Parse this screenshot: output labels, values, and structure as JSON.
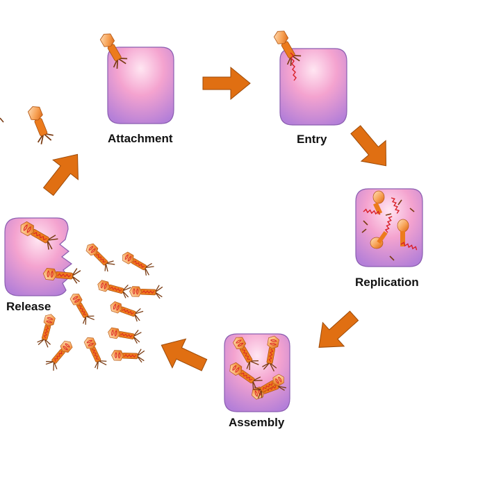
{
  "diagram": {
    "stages": [
      {
        "id": "attachment",
        "label": "Attachment"
      },
      {
        "id": "entry",
        "label": "Entry"
      },
      {
        "id": "replication",
        "label": "Replication"
      },
      {
        "id": "assembly",
        "label": "Assembly"
      },
      {
        "id": "release",
        "label": "Release"
      }
    ]
  },
  "colors": {
    "arrow": "#e06f12",
    "arrow_stroke": "#9c4a08",
    "cell_light": "#ffe6f2",
    "cell_pink": "#f4a3cf",
    "cell_purple": "#b47fd8",
    "cell_outline": "#8a5db0",
    "phage_head_light": "#ffd39e",
    "phage_head_dark": "#e8731a",
    "phage_tail": "#e8731a",
    "phage_legs": "#7a3b12",
    "dna": "#d81f26"
  }
}
